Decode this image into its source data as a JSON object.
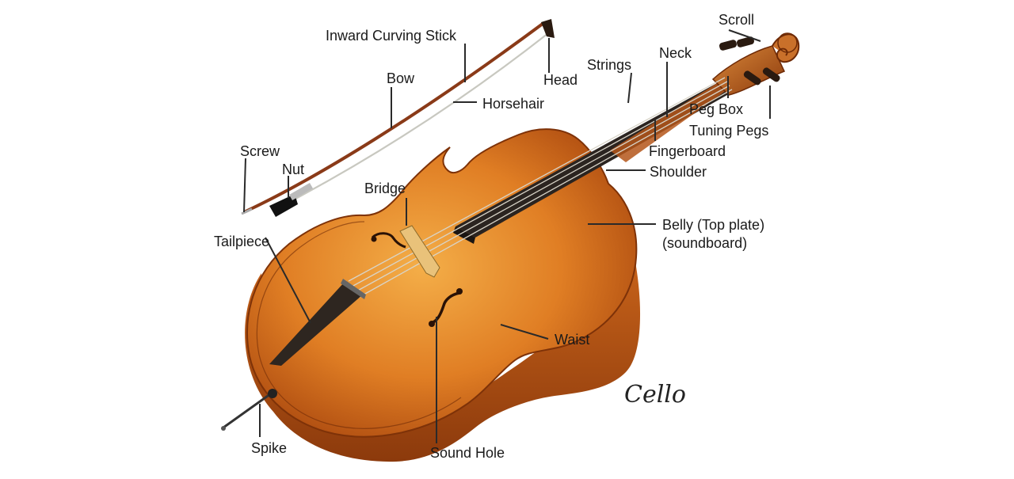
{
  "diagram": {
    "title_script": "Cello",
    "labels": {
      "scroll": "Scroll",
      "inward_curving_stick": "Inward Curving Stick",
      "head": "Head",
      "strings": "Strings",
      "neck": "Neck",
      "bow": "Bow",
      "horsehair": "Horsehair",
      "peg_box": "Peg Box",
      "tuning_pegs": "Tuning Pegs",
      "screw": "Screw",
      "nut": "Nut",
      "fingerboard": "Fingerboard",
      "shoulder": "Shoulder",
      "bridge": "Bridge",
      "belly_line1": "Belly (Top plate)",
      "belly_line2": "(soundboard)",
      "tailpiece": "Tailpiece",
      "waist": "Waist",
      "spike": "Spike",
      "sound_hole": "Sound Hole"
    },
    "colors": {
      "body_light": "#F2A13A",
      "body_mid": "#D9731E",
      "body_dark": "#A2420E",
      "fingerboard": "#2B2420",
      "bow_stick": "#8A3A18",
      "horsehair": "#C8C8C0"
    }
  }
}
